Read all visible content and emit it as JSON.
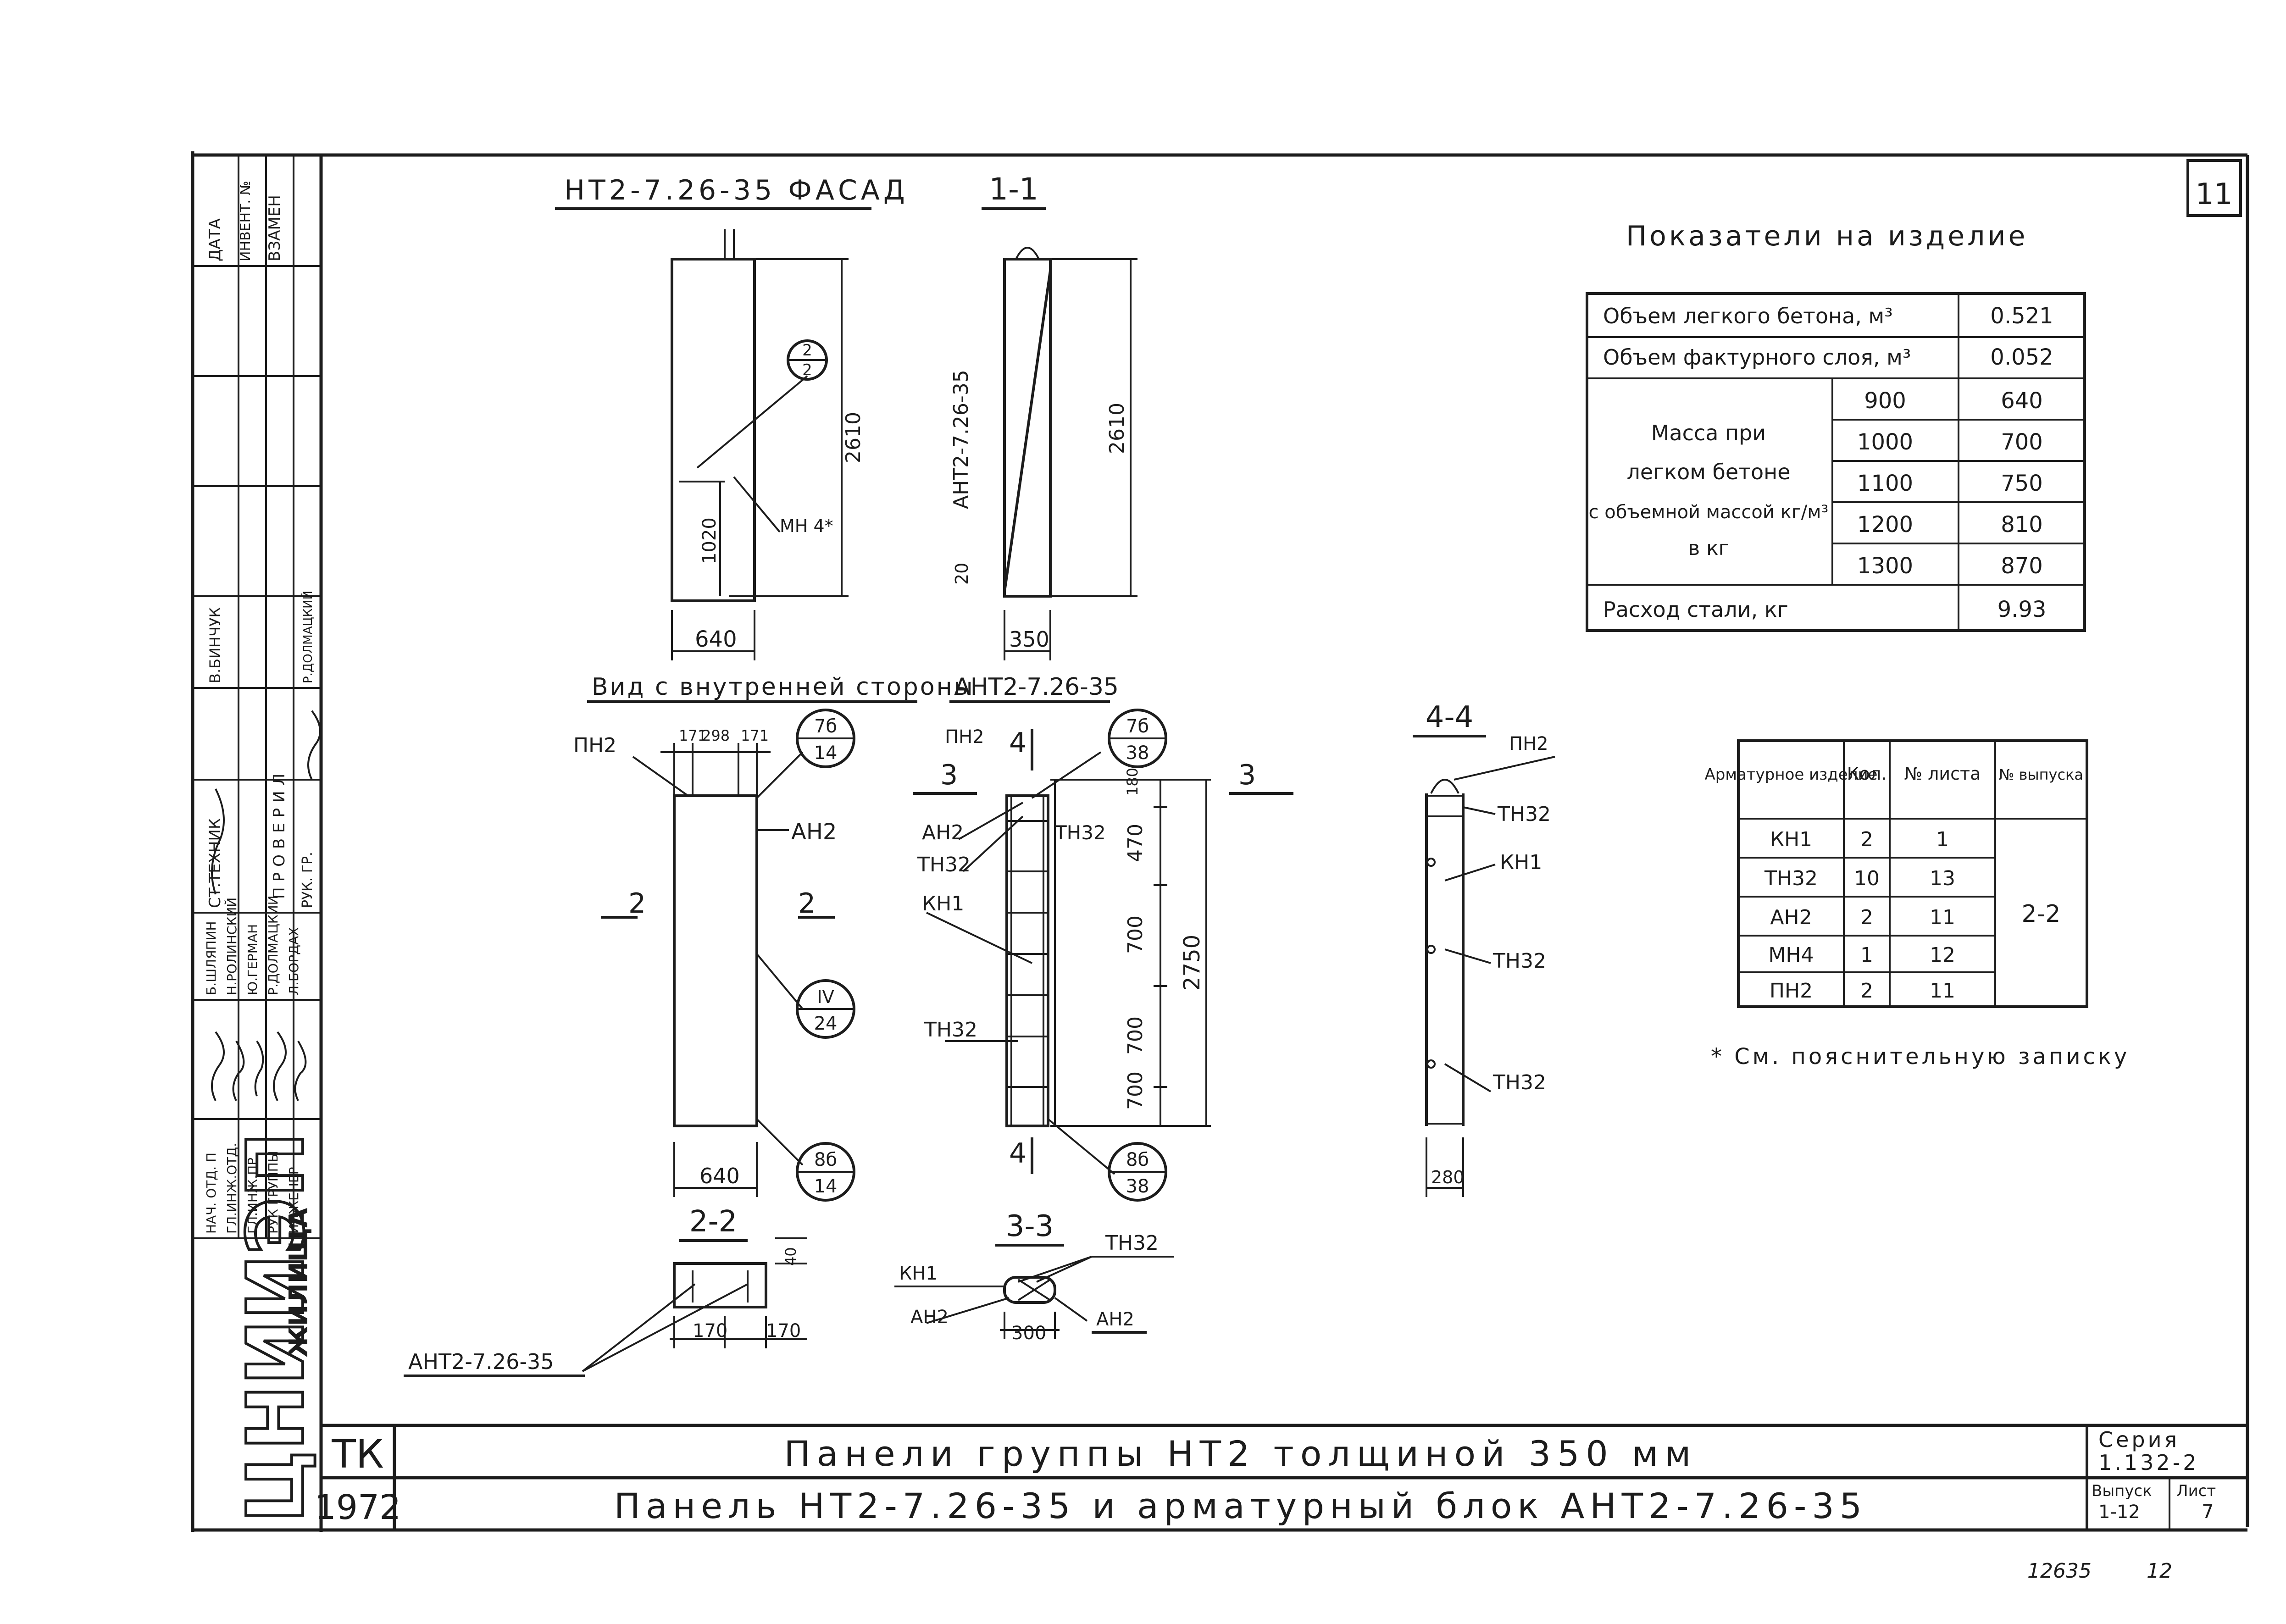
{
  "sheet_number": "11",
  "bottom_number": "12635",
  "bottom_page": "12",
  "left_stamp": {
    "header_cells": [
      "ДАТА",
      "ИНВЕНТ. №",
      "ВЗАМЕН"
    ],
    "roles": [
      "НАЧ. ОТД. П",
      "ГЛ.ИНЖ.ОТД.",
      "ГЛ.ИНЖ.ПР",
      "РУК ГРУППЫ",
      "ИНЖЕНЕР"
    ],
    "names": [
      "Б.ШЛЯПИН",
      "Н.РОЛИНСКИЙ",
      "Ю.ГЕРМАН",
      "Р.ДОЛМАЦКИЙ",
      "Л.БОРДАХ"
    ],
    "technician_role": "СТ.ТЕХНИК",
    "technician_name": "В.БИНЧУК",
    "checked_label": "ПРОВЕРИЛ",
    "checked_role": "РУК. ГР.",
    "checked_name": "Р.ДОЛМАЦКИЙ",
    "institute": "ЦНИИЭП",
    "institute_sub": "ЖИЛИЩА"
  },
  "title_block": {
    "tk": "ТК",
    "year": "1972",
    "title_line1": "Панели группы НТ2 толщиной 350 мм",
    "title_line2": "Панель НТ2-7.26-35 и арматурный блок АНТ2-7.26-35",
    "series_label": "Серия",
    "series_value": "1.132-2",
    "issue_label": "Выпуск",
    "issue_value": "1-12",
    "sheet_label": "Лист",
    "sheet_value": "7"
  },
  "views": {
    "facade": {
      "title": "НТ2-7.26-35 ФАСАД",
      "height": "2610",
      "sub_height": "1020",
      "width": "640",
      "callout_top": "2",
      "callout_bottom": "2",
      "note": "МН 4*"
    },
    "section_1_1": {
      "title": "1-1",
      "height": "2610",
      "thickness": "350",
      "bottom": "20",
      "label": "АНТ2-7.26-35"
    },
    "inside": {
      "title": "Вид с внутренней стороны",
      "label_pn": "ПН2",
      "label_an": "АН2",
      "dims_top": [
        "171",
        "298",
        "171"
      ],
      "width": "640",
      "section_left": "2",
      "section_right": "2",
      "callout_a_top": "7б",
      "callout_a_bottom": "14",
      "callout_b_top": "IV",
      "callout_b_bottom": "24",
      "callout_c_top": "8б",
      "callout_c_bottom": "14"
    },
    "block": {
      "title": "АНТ2-7.26-35",
      "labels": [
        "ПН2",
        "АН2",
        "ТН32",
        "ТН32",
        "КН1",
        "ТН32"
      ],
      "dims": [
        "180",
        "470",
        "700",
        "700",
        "700"
      ],
      "total": "2750",
      "sec_top": "4",
      "sec_bottom": "4",
      "sec3_left": "3",
      "sec3_right": "3",
      "callout_a_top": "7б",
      "callout_a_bottom": "38",
      "callout_b_top": "8б",
      "callout_b_bottom": "38"
    },
    "section_2_2": {
      "title": "2-2",
      "dim_top": "40",
      "dim_a": "170",
      "dim_b": "170",
      "label": "АНТ2-7.26-35"
    },
    "section_3_3": {
      "title": "3-3",
      "labels": [
        "КН1",
        "АН2",
        "АН2",
        "ТН32"
      ],
      "width": "300"
    },
    "section_4_4": {
      "title": "4-4",
      "labels": [
        "ПН2",
        "ТН32",
        "КН1",
        "ТН32",
        "ТН32"
      ],
      "width": "280"
    }
  },
  "indicators": {
    "title": "Показатели на изделие",
    "rows": [
      {
        "label": "Объем легкого бетона, м³",
        "value": "0.521"
      },
      {
        "label": "Объем фактурного слоя, м³",
        "value": "0.052"
      }
    ],
    "mass_label_lines": [
      "Масса при",
      "легком бетоне",
      "с объемной массой кг/м³",
      "в кг"
    ],
    "mass": [
      {
        "density": "900",
        "value": "640"
      },
      {
        "density": "1000",
        "value": "700"
      },
      {
        "density": "1100",
        "value": "750"
      },
      {
        "density": "1200",
        "value": "810"
      },
      {
        "density": "1300",
        "value": "870"
      }
    ],
    "steel_label": "Расход стали, кг",
    "steel_value": "9.93"
  },
  "rebar_table": {
    "headers": [
      "Арматурное изделие",
      "Кол.",
      "№ листа",
      "№ выпуска"
    ],
    "rows": [
      {
        "item": "КН1",
        "qty": "2",
        "sheet": "1"
      },
      {
        "item": "ТН32",
        "qty": "10",
        "sheet": "13"
      },
      {
        "item": "АН2",
        "qty": "2",
        "sheet": "11"
      },
      {
        "item": "МН4",
        "qty": "1",
        "sheet": "12"
      },
      {
        "item": "ПН2",
        "qty": "2",
        "sheet": "11"
      }
    ],
    "issue": "2-2"
  },
  "footnote": "* См. пояснительную записку"
}
